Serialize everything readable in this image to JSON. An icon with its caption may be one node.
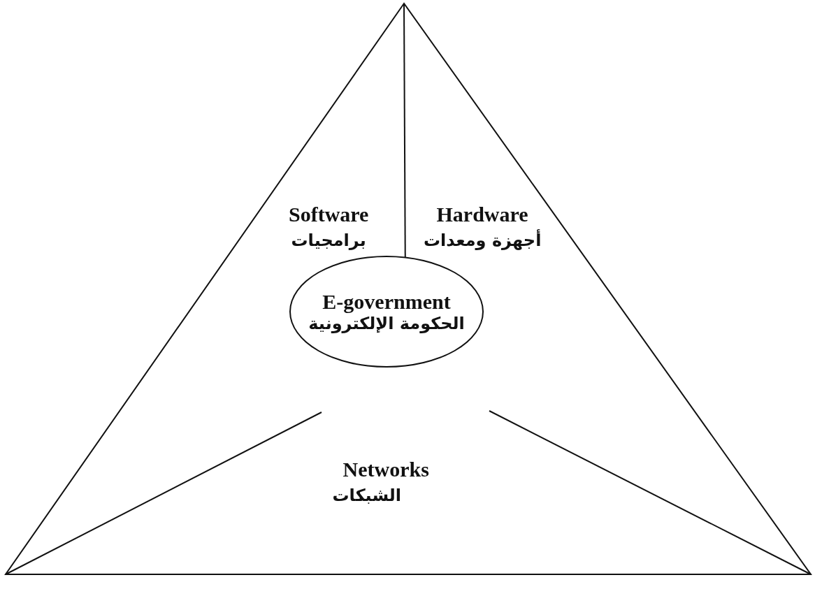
{
  "diagram": {
    "nodes": [
      {
        "text": [
          "E-government",
          "الحكومة الإلكترونية"
        ]
      }
    ],
    "labels": [
      "Software",
      "برامجيات",
      "Hardware",
      "أجهزة ومعدات",
      "Networks",
      "الشبكات"
    ]
  }
}
